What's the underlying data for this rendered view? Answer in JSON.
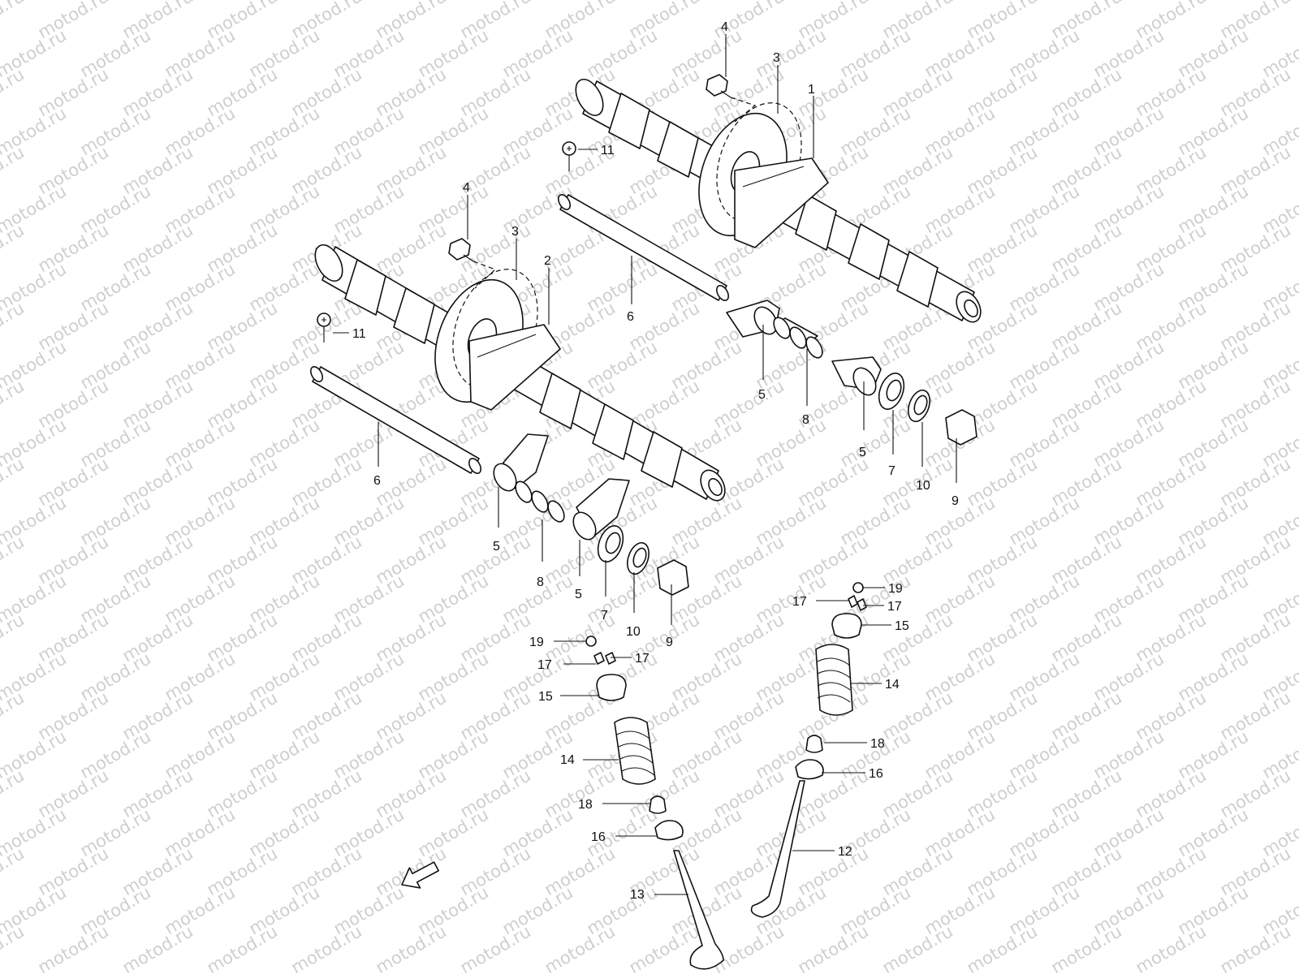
{
  "watermark": {
    "text": "motod.ru"
  },
  "diagram": {
    "fwd_label": "FWD",
    "callouts": [
      {
        "id": "c-4a",
        "num": "4"
      },
      {
        "id": "c-3a",
        "num": "3"
      },
      {
        "id": "c-1",
        "num": "1"
      },
      {
        "id": "c-11a",
        "num": "11"
      },
      {
        "id": "c-4b",
        "num": "4"
      },
      {
        "id": "c-3b",
        "num": "3"
      },
      {
        "id": "c-2",
        "num": "2"
      },
      {
        "id": "c-6a",
        "num": "6"
      },
      {
        "id": "c-11b",
        "num": "11"
      },
      {
        "id": "c-5a",
        "num": "5"
      },
      {
        "id": "c-8a",
        "num": "8"
      },
      {
        "id": "c-5b",
        "num": "5"
      },
      {
        "id": "c-7a",
        "num": "7"
      },
      {
        "id": "c-10a",
        "num": "10"
      },
      {
        "id": "c-9a",
        "num": "9"
      },
      {
        "id": "c-6b",
        "num": "6"
      },
      {
        "id": "c-5c",
        "num": "5"
      },
      {
        "id": "c-8b",
        "num": "8"
      },
      {
        "id": "c-5d",
        "num": "5"
      },
      {
        "id": "c-7b",
        "num": "7"
      },
      {
        "id": "c-10b",
        "num": "10"
      },
      {
        "id": "c-9b",
        "num": "9"
      },
      {
        "id": "c-19a",
        "num": "19"
      },
      {
        "id": "c-17a",
        "num": "17"
      },
      {
        "id": "c-17b",
        "num": "17"
      },
      {
        "id": "c-15a",
        "num": "15"
      },
      {
        "id": "c-14a",
        "num": "14"
      },
      {
        "id": "c-18a",
        "num": "18"
      },
      {
        "id": "c-16a",
        "num": "16"
      },
      {
        "id": "c-13",
        "num": "13"
      },
      {
        "id": "c-19b",
        "num": "19"
      },
      {
        "id": "c-17c",
        "num": "17"
      },
      {
        "id": "c-17d",
        "num": "17"
      },
      {
        "id": "c-15b",
        "num": "15"
      },
      {
        "id": "c-14b",
        "num": "14"
      },
      {
        "id": "c-18b",
        "num": "18"
      },
      {
        "id": "c-16b",
        "num": "16"
      },
      {
        "id": "c-12",
        "num": "12"
      }
    ]
  }
}
